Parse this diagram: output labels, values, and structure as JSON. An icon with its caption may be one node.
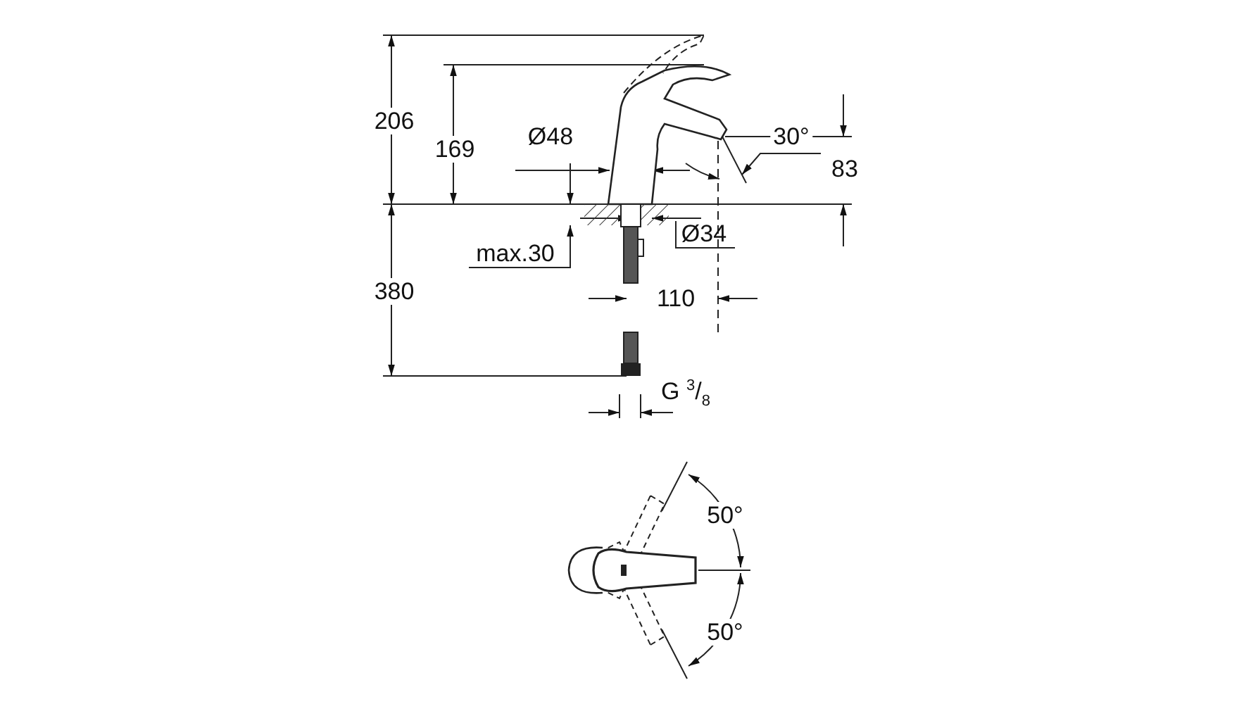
{
  "diagram": {
    "labels": [
      "206",
      "169",
      "Ø48",
      "30°",
      "83",
      "Ø34",
      "max.30",
      "380",
      "110",
      "G $^{3}$/$_{8}$",
      "50°",
      "50°"
    ]
  }
}
